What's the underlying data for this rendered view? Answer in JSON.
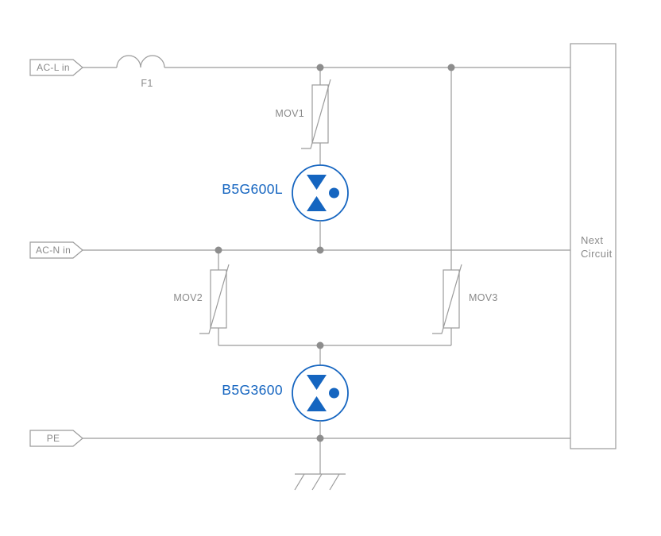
{
  "colors": {
    "accent_blue": "#1565c0",
    "line_gray": "#9b9b9b",
    "text_gray": "#8a8a8a"
  },
  "terminals": {
    "ac_l": "AC-L in",
    "ac_n": "AC-N in",
    "pe": "PE"
  },
  "components": {
    "fuse": "F1",
    "mov1": "MOV1",
    "mov2": "MOV2",
    "mov3": "MOV3",
    "gdt1": "B5G600L",
    "gdt2": "B5G3600"
  },
  "next_circuit": "Next Circuit"
}
